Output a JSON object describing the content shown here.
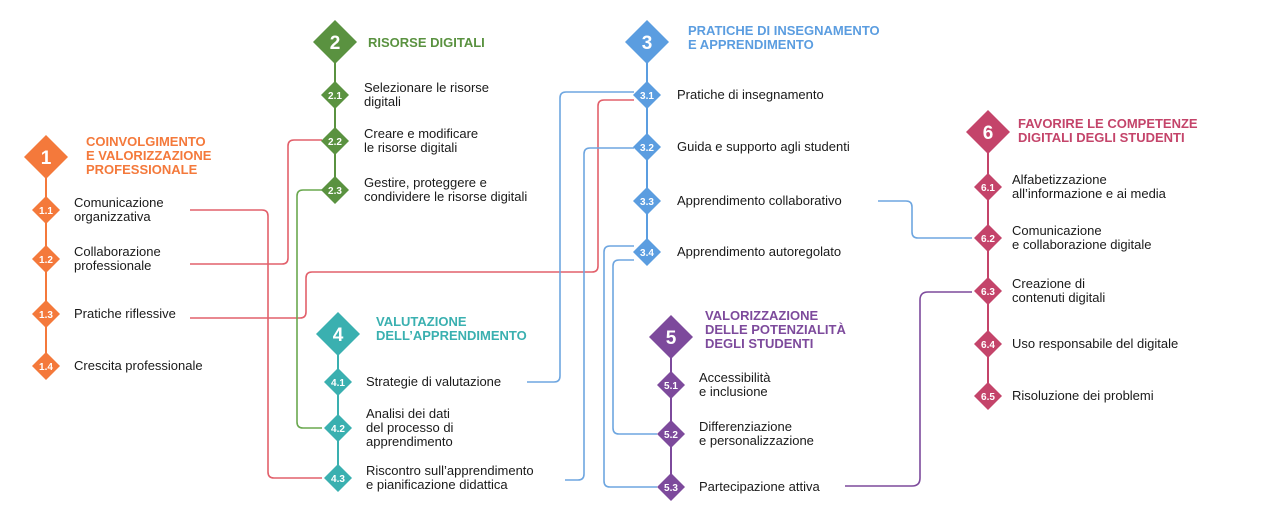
{
  "colors": {
    "area1": "#f4793b",
    "area2": "#5a9240",
    "area3": "#5b9de0",
    "area4": "#3ab0b0",
    "area5": "#7d4a9c",
    "area6": "#c4446a",
    "link_red": "#e2606b",
    "link_green": "#6aa84f",
    "link_blue": "#6ea6e0",
    "link_purple": "#7d4a9c"
  },
  "areas": [
    {
      "number": "1",
      "title": [
        "COINVOLGIMENTO",
        "E VALORIZZAZIONE",
        "PROFESSIONALE"
      ],
      "items": [
        {
          "code": "1.1",
          "label": [
            "Comunicazione",
            "organizzativa"
          ]
        },
        {
          "code": "1.2",
          "label": [
            "Collaborazione",
            "professionale"
          ]
        },
        {
          "code": "1.3",
          "label": [
            "Pratiche riflessive"
          ]
        },
        {
          "code": "1.4",
          "label": [
            "Crescita professionale"
          ]
        }
      ]
    },
    {
      "number": "2",
      "title": [
        "RISORSE DIGITALI"
      ],
      "items": [
        {
          "code": "2.1",
          "label": [
            "Selezionare le risorse",
            "digitali"
          ]
        },
        {
          "code": "2.2",
          "label": [
            "Creare e modificare",
            "le risorse digitali"
          ]
        },
        {
          "code": "2.3",
          "label": [
            "Gestire, proteggere e",
            "condividere le risorse digitali"
          ]
        }
      ]
    },
    {
      "number": "3",
      "title": [
        "PRATICHE DI INSEGNAMENTO",
        "E APPRENDIMENTO"
      ],
      "items": [
        {
          "code": "3.1",
          "label": [
            "Pratiche di insegnamento"
          ]
        },
        {
          "code": "3.2",
          "label": [
            "Guida e supporto agli studenti"
          ]
        },
        {
          "code": "3.3",
          "label": [
            "Apprendimento collaborativo"
          ]
        },
        {
          "code": "3.4",
          "label": [
            "Apprendimento autoregolato"
          ]
        }
      ]
    },
    {
      "number": "4",
      "title": [
        "VALUTAZIONE",
        "DELL’APPRENDIMENTO"
      ],
      "items": [
        {
          "code": "4.1",
          "label": [
            "Strategie di valutazione"
          ]
        },
        {
          "code": "4.2",
          "label": [
            "Analisi dei dati",
            "del processo di",
            "apprendimento"
          ]
        },
        {
          "code": "4.3",
          "label": [
            "Riscontro sull’apprendimento",
            "e pianificazione didattica"
          ]
        }
      ]
    },
    {
      "number": "5",
      "title": [
        "VALORIZZAZIONE",
        "DELLE POTENZIALITÀ",
        "DEGLI STUDENTI"
      ],
      "items": [
        {
          "code": "5.1",
          "label": [
            "Accessibilità",
            "e inclusione"
          ]
        },
        {
          "code": "5.2",
          "label": [
            "Differenziazione",
            "e personalizzazione"
          ]
        },
        {
          "code": "5.3",
          "label": [
            "Partecipazione attiva"
          ]
        }
      ]
    },
    {
      "number": "6",
      "title": [
        "FAVORIRE LE COMPETENZE",
        "DIGITALI DEGLI STUDENTI"
      ],
      "items": [
        {
          "code": "6.1",
          "label": [
            "Alfabetizzazione",
            "all’informazione e ai media"
          ]
        },
        {
          "code": "6.2",
          "label": [
            "Comunicazione",
            "e collaborazione digitale"
          ]
        },
        {
          "code": "6.3",
          "label": [
            "Creazione di",
            "contenuti digitali"
          ]
        },
        {
          "code": "6.4",
          "label": [
            "Uso responsabile del digitale"
          ]
        },
        {
          "code": "6.5",
          "label": [
            "Risoluzione dei problemi"
          ]
        }
      ]
    }
  ]
}
